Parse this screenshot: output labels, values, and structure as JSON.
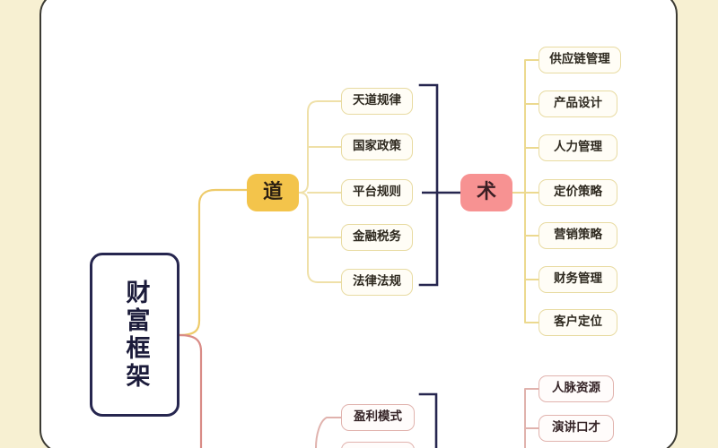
{
  "mindmap": {
    "root": {
      "label": "财富框架",
      "color": "#26264f"
    },
    "branches": [
      {
        "label": "道",
        "color": "#f3c44b",
        "children": [
          "天道规律",
          "国家政策",
          "平台规则",
          "金融税务",
          "法律法规"
        ]
      },
      {
        "label": "术",
        "color": "#f79292",
        "children": [
          "供应链管理",
          "产品设计",
          "人力管理",
          "定价策略",
          "营销策略",
          "财务管理",
          "客户定位"
        ]
      },
      {
        "label": "",
        "color": "#d98b86",
        "children": [
          "盈利模式",
          ""
        ]
      },
      {
        "label": "",
        "color": "#d98b86",
        "children": [
          "人脉资源",
          "演讲口才"
        ]
      }
    ],
    "colors": {
      "page_background": "#f7f0d2",
      "card_background": "#ffffff",
      "card_border": "#3b3a33",
      "gold_accent": "#f3c44b",
      "gold_link": "#eecb6a",
      "gold_leaf_border": "#e8dba2",
      "rose_accent": "#f79292",
      "rose_link": "#d98b86",
      "rose_leaf_border": "#e1b3ae",
      "navy_bracket": "#26264f"
    }
  }
}
